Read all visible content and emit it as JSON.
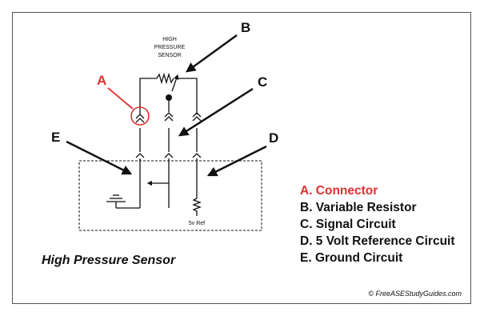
{
  "diagram": {
    "sensor_label": [
      "HIGH",
      "PRESSURE",
      "SENSOR"
    ],
    "ref_label": "5v Ref",
    "callouts": {
      "a": "A",
      "b": "B",
      "c": "C",
      "d": "D",
      "e": "E"
    },
    "title": "High Pressure Sensor",
    "credit": "© FreeASEStudyGuides.com",
    "colors": {
      "accent": "#e03030",
      "line": "#111111",
      "frame": "#555555"
    }
  },
  "legend": {
    "items": [
      "A. Connector",
      "B. Variable Resistor",
      "C. Signal Circuit",
      "D. 5 Volt Reference Circuit",
      "E. Ground Circuit"
    ]
  }
}
